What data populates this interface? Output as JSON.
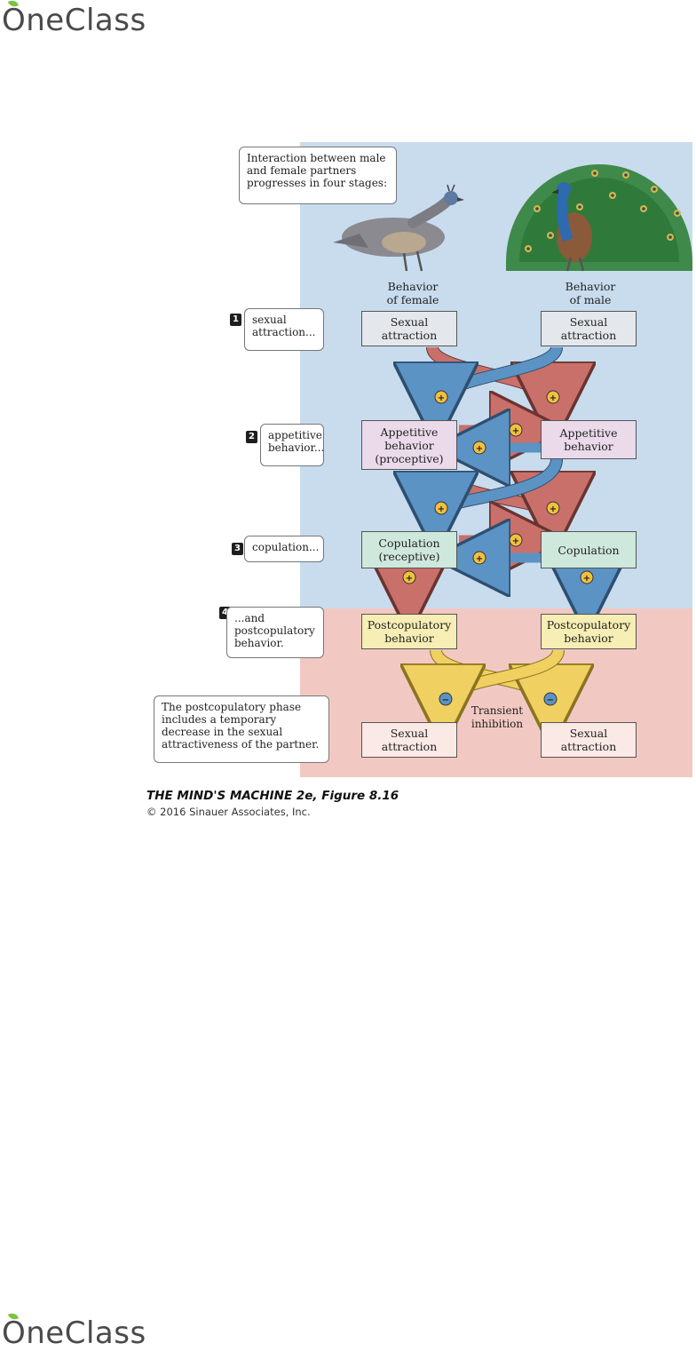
{
  "brand": {
    "name": "OneClass"
  },
  "figure": {
    "intro_callout": "Interaction between male\nand female partners\nprogresses in four stages:",
    "female_label": "Behavior\nof female",
    "male_label": "Behavior\nof male",
    "stages": [
      {
        "number": "1",
        "callout": "sexual\nattraction...",
        "female": "Sexual\nattraction",
        "male": "Sexual\nattraction"
      },
      {
        "number": "2",
        "callout": "appetitive\nbehavior...",
        "female": "Appetitive\nbehavior\n(proceptive)",
        "male": "Appetitive\nbehavior"
      },
      {
        "number": "3",
        "callout": "copulation...",
        "female": "Copulation\n(receptive)",
        "male": "Copulation"
      },
      {
        "number": "4",
        "callout": "...and\npostcopulatory\nbehavior.",
        "female": "Postcopulatory\nbehavior",
        "male": "Postcopulatory\nbehavior"
      }
    ],
    "final": {
      "female": "Sexual\nattraction",
      "male": "Sexual\nattraction"
    },
    "inhibition_label": "Transient\ninhibition",
    "postcopulatory_note": "The postcopulatory phase\nincludes a temporary\ndecrease in the sexual\nattractiveness of the partner.",
    "caption": "THE MIND'S MACHINE 2e, Figure 8.16",
    "credit": "© 2016 Sinauer Associates, Inc."
  },
  "colors": {
    "panel_blue": "#c8dcee",
    "panel_pink": "#f2c9c2",
    "arrow_red": "#c9706a",
    "arrow_blue": "#5b93c4",
    "arrow_yellow": "#f0d060",
    "badge": "#f0c040"
  },
  "icons": {
    "female_bird": "peahen-illustration",
    "male_bird": "peacock-illustration"
  }
}
